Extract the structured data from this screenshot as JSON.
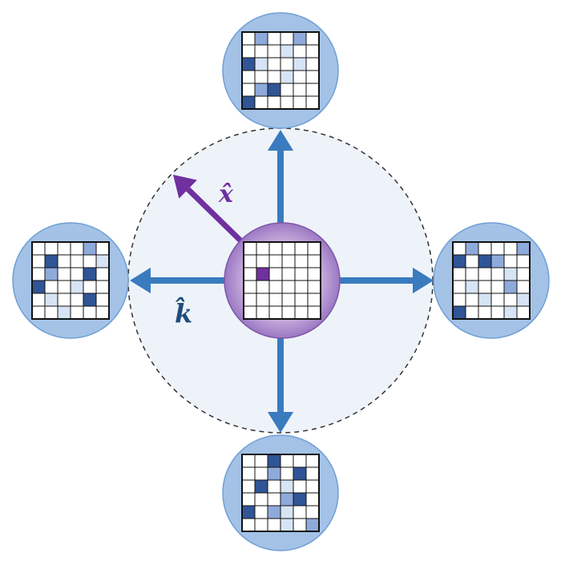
{
  "labels": {
    "x_hat": "x̂",
    "k_hat": "k̂"
  },
  "colors": {
    "background": "#ffffff",
    "outer_region_fill": "#eef3fa",
    "outer_region_stroke": "#333333",
    "node_circle_fill": "#a4c2e6",
    "node_circle_stroke": "#6f9fd6",
    "center_circle_fill": "#b89bd2",
    "center_circle_edge": "#7d57a8",
    "arrow_blue": "#3a7bbf",
    "arrow_purple": "#7030a0",
    "label_blue": "#1f4e79",
    "label_purple": "#7030a0",
    "grid_line": "#111111",
    "cell_empty": "#ffffff",
    "cell_light": "#d6e4f5",
    "cell_mid": "#8eaadb",
    "cell_dark": "#2f5597",
    "cell_highlight": "#7030a0"
  },
  "center_grid": [
    [
      0,
      0,
      0,
      0,
      0,
      0
    ],
    [
      0,
      0,
      0,
      0,
      0,
      0
    ],
    [
      0,
      4,
      0,
      0,
      0,
      0
    ],
    [
      0,
      0,
      0,
      0,
      0,
      0
    ],
    [
      0,
      0,
      0,
      0,
      0,
      0
    ],
    [
      0,
      0,
      0,
      0,
      0,
      0
    ]
  ],
  "grids": {
    "top": [
      [
        0,
        2,
        0,
        0,
        2,
        0
      ],
      [
        0,
        0,
        0,
        1,
        0,
        0
      ],
      [
        3,
        1,
        0,
        0,
        1,
        0
      ],
      [
        0,
        0,
        0,
        1,
        0,
        0
      ],
      [
        0,
        2,
        3,
        0,
        0,
        0
      ],
      [
        3,
        0,
        0,
        0,
        0,
        0
      ]
    ],
    "left": [
      [
        0,
        0,
        0,
        0,
        2,
        0
      ],
      [
        0,
        3,
        0,
        0,
        0,
        1
      ],
      [
        0,
        2,
        0,
        0,
        3,
        0
      ],
      [
        3,
        0,
        0,
        1,
        0,
        0
      ],
      [
        0,
        1,
        0,
        0,
        3,
        0
      ],
      [
        0,
        0,
        1,
        0,
        0,
        0
      ]
    ],
    "right": [
      [
        0,
        2,
        0,
        0,
        0,
        2
      ],
      [
        3,
        0,
        3,
        2,
        0,
        0
      ],
      [
        0,
        0,
        0,
        0,
        1,
        0
      ],
      [
        0,
        1,
        0,
        0,
        2,
        0
      ],
      [
        0,
        0,
        1,
        0,
        0,
        1
      ],
      [
        3,
        0,
        0,
        0,
        1,
        0
      ]
    ],
    "bottom": [
      [
        0,
        0,
        3,
        0,
        0,
        0
      ],
      [
        0,
        0,
        2,
        0,
        3,
        0
      ],
      [
        0,
        3,
        0,
        1,
        0,
        0
      ],
      [
        0,
        0,
        0,
        2,
        3,
        0
      ],
      [
        3,
        0,
        2,
        1,
        0,
        0
      ],
      [
        0,
        0,
        0,
        1,
        0,
        2
      ]
    ]
  }
}
